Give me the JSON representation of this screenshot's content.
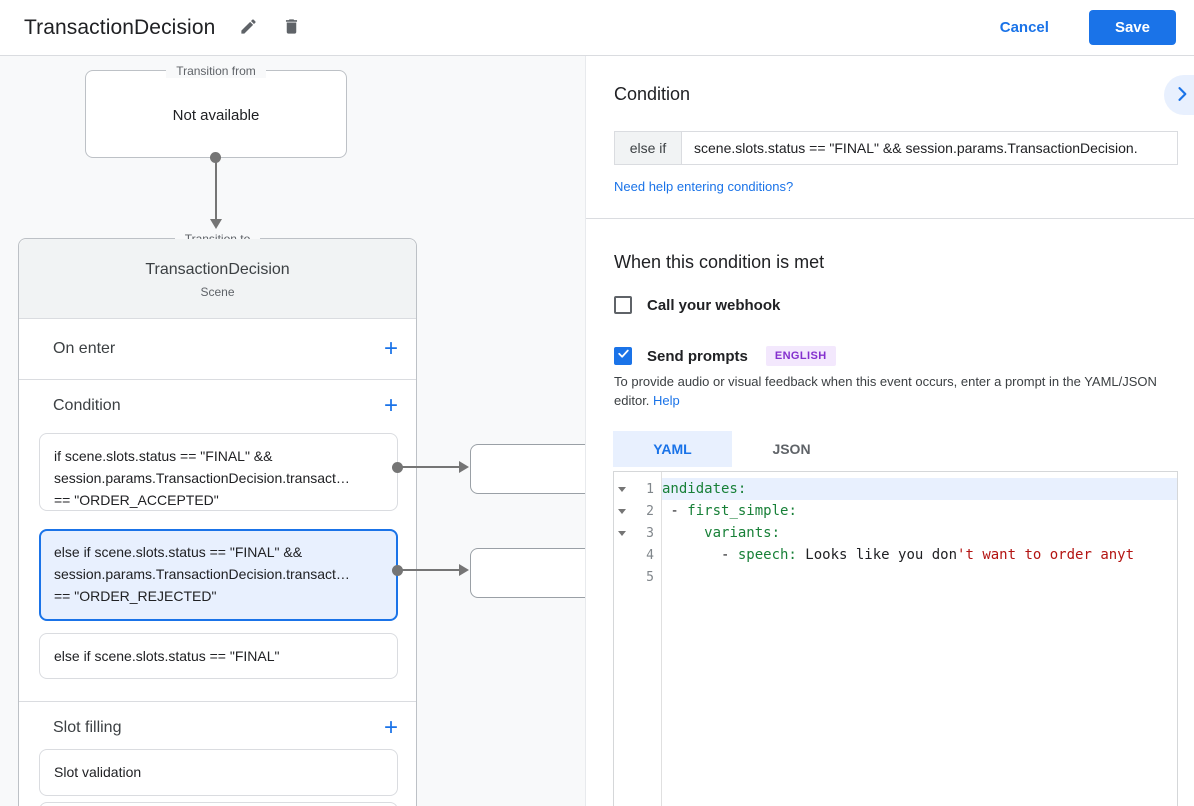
{
  "header": {
    "title": "TransactionDecision",
    "cancel": "Cancel",
    "save": "Save"
  },
  "diagram": {
    "from_box": {
      "legend": "Transition from",
      "text": "Not available"
    },
    "scene": {
      "legend": "Transition to",
      "title": "TransactionDecision",
      "subtitle": "Scene"
    },
    "on_enter": {
      "label": "On enter",
      "add": "+"
    },
    "condition": {
      "label": "Condition",
      "add": "+"
    },
    "conditions": [
      {
        "text": "if scene.slots.status == \"FINAL\" &&\nsession.params.TransactionDecision.transact…\n== \"ORDER_ACCEPTED\"",
        "selected": false
      },
      {
        "text": "else if scene.slots.status == \"FINAL\" &&\nsession.params.TransactionDecision.transact…\n== \"ORDER_REJECTED\"",
        "selected": true
      },
      {
        "text": "else if scene.slots.status == \"FINAL\"",
        "selected": false
      }
    ],
    "slot_filling": {
      "label": "Slot filling",
      "add": "+",
      "items": [
        {
          "text": "Slot validation"
        }
      ]
    }
  },
  "panel": {
    "heading": "Condition",
    "condition_input": {
      "prefix": "else if",
      "value": "scene.slots.status == \"FINAL\" && session.params.TransactionDecision."
    },
    "help_link": "Need help entering conditions?",
    "when_heading": "When this condition is met",
    "webhook": {
      "label": "Call your webhook",
      "checked": false
    },
    "send_prompts": {
      "label": "Send prompts",
      "checked": true,
      "badge": "ENGLISH"
    },
    "description": "To provide audio or visual feedback when this event occurs, enter a prompt in the YAML/JSON editor.",
    "description_help": "Help",
    "tabs": {
      "yaml": "YAML",
      "json": "JSON"
    },
    "editor": {
      "line_numbers": [
        "1",
        "2",
        "3",
        "4",
        "5"
      ],
      "lines": {
        "l1": {
          "key": "andidates:"
        },
        "l2": {
          "pre": " - ",
          "key": "first_simple:"
        },
        "l3": {
          "pre": "     ",
          "key": "variants:"
        },
        "l4": {
          "pre": "       - ",
          "key": "speech:",
          "plain": " Looks like you don",
          "string": "'t want to order anyt"
        }
      }
    }
  },
  "colors": {
    "accent": "#1a73e8",
    "selected_bg": "#e8f0fe",
    "key_green": "#188038",
    "string_red": "#b31412",
    "badge_text": "#8430ce",
    "badge_bg": "#f3e8fd"
  }
}
